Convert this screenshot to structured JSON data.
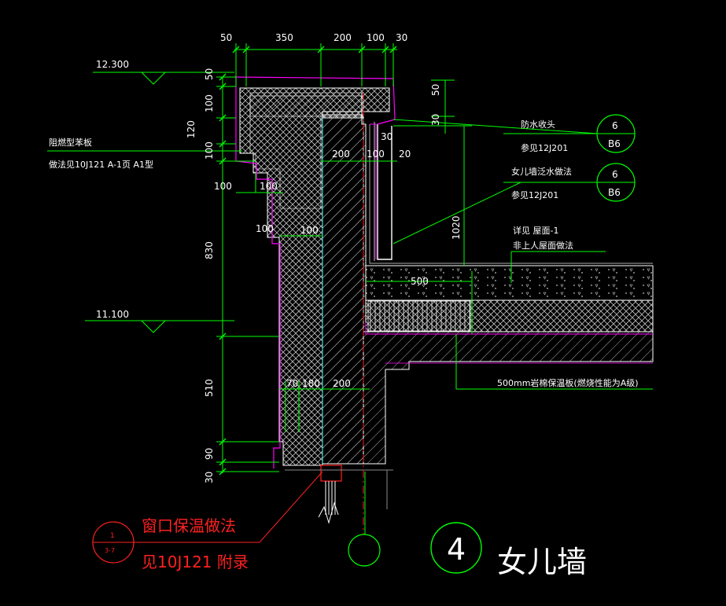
{
  "colors": {
    "background": "#000000",
    "dim_lines": "#00ff00",
    "concrete": "#ffffff",
    "finish_line": "#ff00ff",
    "gray": "#8a8a8a",
    "annotation_red": "#ff2020",
    "axis": "#00ff00"
  },
  "dims_top": [
    "50",
    "350",
    "200",
    "100",
    "30"
  ],
  "dims_left": [
    "50",
    "100",
    "120",
    "100",
    "830",
    "510",
    "90",
    "30"
  ],
  "dims_inner": {
    "d200a": "200",
    "d100a": "100",
    "d20": "20",
    "d30": "30",
    "d50r": "50",
    "d30r": "30",
    "d1020": "1020",
    "d100l": "100",
    "d100m": "100",
    "d100n": "100",
    "d100o": "100",
    "d500": "500",
    "d70": "70",
    "d180": "180",
    "d200b": "200"
  },
  "elevations": {
    "top": "12.300",
    "mid": "11.100"
  },
  "left_notes": {
    "line1": "阻燃型苯板",
    "line2": "做法见10J121  A-1页   A1型"
  },
  "callouts": [
    {
      "text1": "防水收头",
      "text2": "参见12J201",
      "ref_top": "6",
      "ref_bottom": "B6"
    },
    {
      "text1": "女儿墙泛水做法",
      "text2": "参见12J201",
      "ref_top": "6",
      "ref_bottom": "B6"
    }
  ],
  "roof_note": {
    "line1": "详见 屋面-1",
    "line2": "非上人屋面做法"
  },
  "insulation_note": "500mm岩棉保温板(燃烧性能为A级)",
  "window_note": {
    "ref_top": "1",
    "ref_bottom": "3-7",
    "line1": "窗口保温做法",
    "line2": "见10J121     附录"
  },
  "title": {
    "number": "4",
    "name": "女儿墙"
  }
}
